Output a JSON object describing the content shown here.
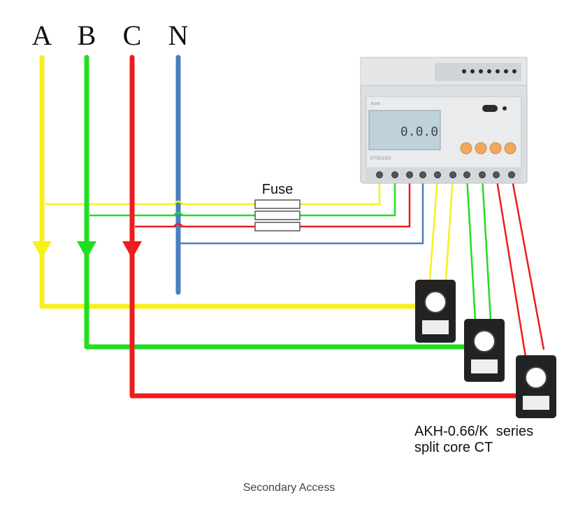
{
  "phases": [
    {
      "label": "A",
      "color": "#f7f01c"
    },
    {
      "label": "B",
      "color": "#22dd22"
    },
    {
      "label": "C",
      "color": "#ee1c1c"
    },
    {
      "label": "N",
      "color": "#4a7fbf"
    }
  ],
  "fuse_label": "Fuse",
  "meter": {
    "brand": "Acrel",
    "model": "DTSD1352",
    "lcd": "0.0.0"
  },
  "ct_caption": {
    "line1": "AKH-0.66/K  series",
    "line2": "split core CT"
  },
  "caption": "Secondary Access"
}
